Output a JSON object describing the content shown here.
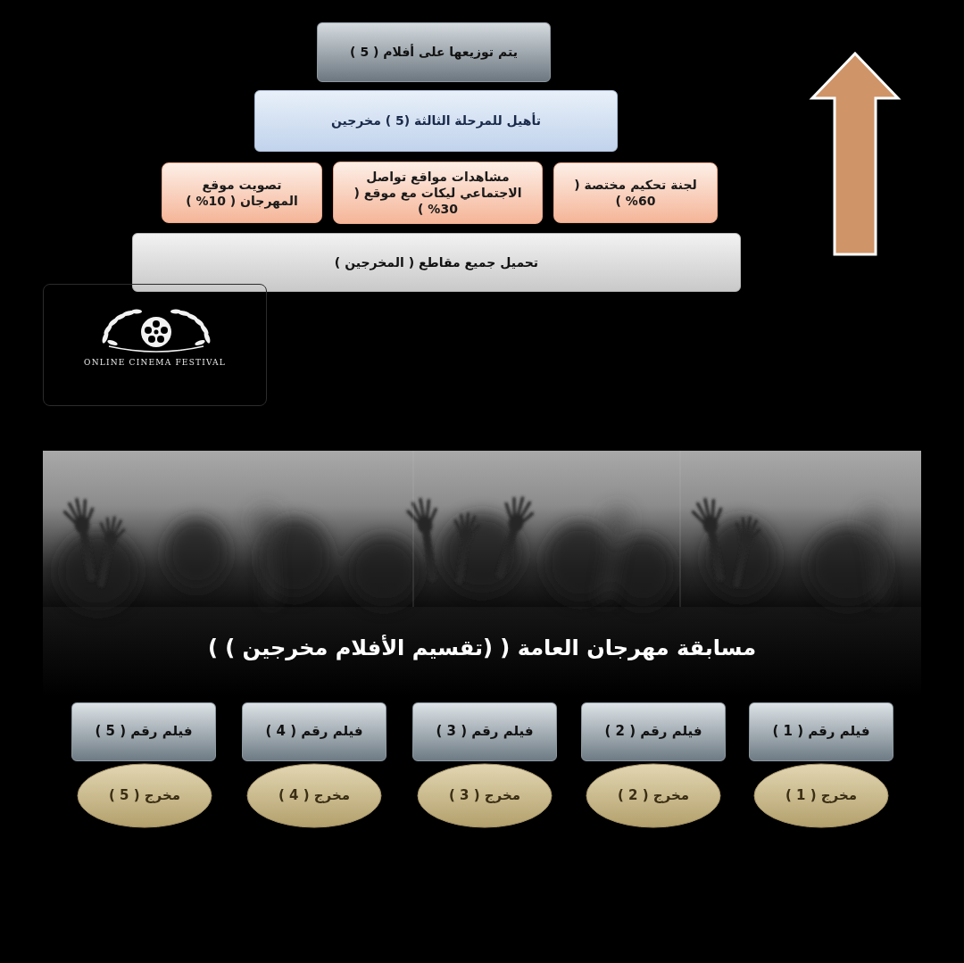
{
  "diagram": {
    "title": "مسابقة مهرجان العامة ( (تقسيم الأفلام مخرجين ) )",
    "nodes": [
      {
        "text": [
          "يتم توزيعها على أفلام ( 5 )"
        ]
      },
      {
        "text": [
          "تأهيل للمرحلة الثالثة (5 ) مخرجين"
        ]
      },
      {
        "text": [
          "لجنة تحكيم مختصة ( 60% )"
        ]
      },
      {
        "text": [
          "مشاهدات مواقع تواصل الاجتماعي ليكات مع موقع ( 30% )"
        ]
      },
      {
        "text": [
          "تصويت موقع المهرجان ( 10% )"
        ]
      },
      {
        "text": [
          "تحميل جميع مقاطع ( المخرجين )"
        ]
      },
      {
        "text": [
          "ONLINE CINEMA FESTIVAL"
        ]
      },
      {
        "text": [
          "فيلم رقم ( 1 )"
        ]
      },
      {
        "text": [
          "فيلم رقم ( 2 )"
        ]
      },
      {
        "text": [
          "فيلم رقم ( 3 )"
        ]
      },
      {
        "text": [
          "فيلم رقم ( 4 )"
        ]
      },
      {
        "text": [
          "فيلم رقم ( 5 )"
        ]
      },
      {
        "text": [
          "مخرج ( 1 )"
        ]
      },
      {
        "text": [
          "مخرج ( 2 )"
        ]
      },
      {
        "text": [
          "مخرج ( 3 )"
        ]
      },
      {
        "text": [
          "مخرج ( 4 )"
        ]
      },
      {
        "text": [
          "مخرج ( 5 )"
        ]
      }
    ]
  }
}
